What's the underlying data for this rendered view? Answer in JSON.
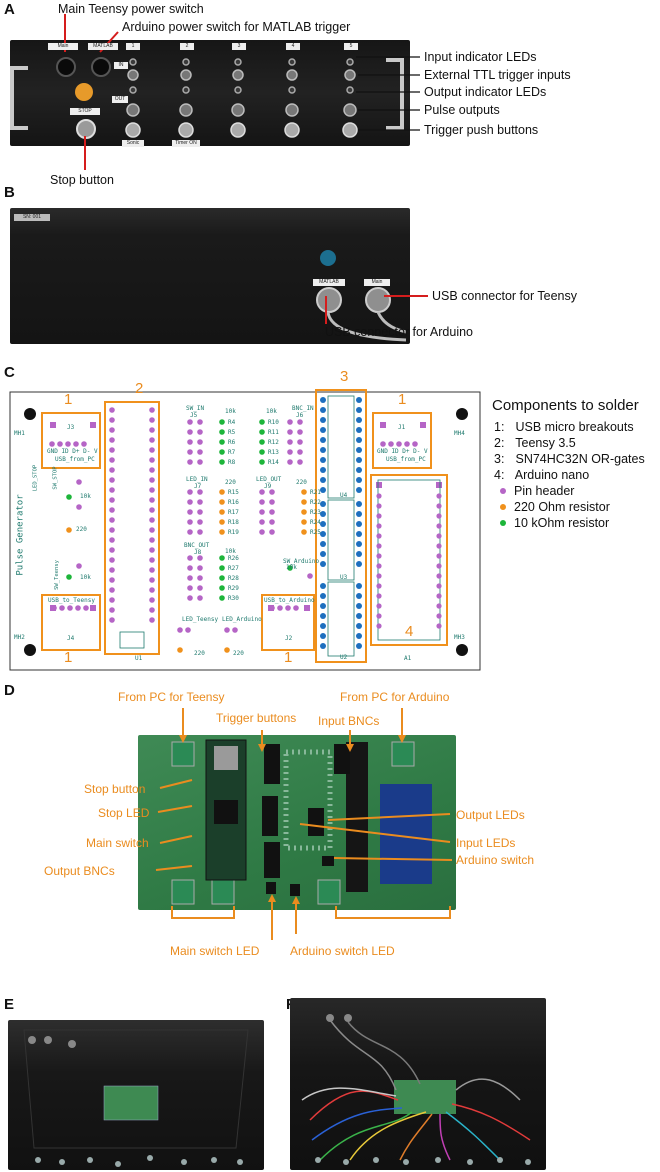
{
  "panels": [
    "A",
    "B",
    "C",
    "D",
    "E",
    "F"
  ],
  "panel_a": {
    "labels": {
      "main_switch": "Main Teensy power switch",
      "arduino_switch": "Arduino power switch for MATLAB trigger",
      "input_leds": "Input indicator LEDs",
      "ttl_inputs": "External TTL trigger inputs",
      "output_leds": "Output indicator LEDs",
      "pulse_outputs": "Pulse outputs",
      "push_buttons": "Trigger push buttons",
      "stop_button": "Stop button"
    },
    "panel_text": {
      "main": "Main",
      "matlab": "MATLAB",
      "stop": "STOP",
      "in": "IN",
      "out": "OUT",
      "ch1": "1",
      "ch2": "2",
      "ch3": "3",
      "ch4": "4",
      "ch5": "5",
      "sonic": "Sonic",
      "timer": "Timer ON"
    }
  },
  "panel_b": {
    "labels": {
      "usb_teensy": "USB connector for Teensy",
      "usb_arduino": "USB connector for Arduino"
    },
    "panel_text": {
      "serial": "SN: 001",
      "matlab": "MATLAB",
      "main": "Main"
    }
  },
  "panel_c": {
    "legend_title": "Components to solder",
    "legend": [
      {
        "num": "1:",
        "text": "USB micro breakouts"
      },
      {
        "num": "2:",
        "text": "Teensy 3.5"
      },
      {
        "num": "3:",
        "text": "SN74HC32N OR-gates"
      },
      {
        "num": "4:",
        "text": "Arduino nano"
      }
    ],
    "dot_legend": [
      {
        "color": "#b565c6",
        "text": "Pin header"
      },
      {
        "color": "#f0911c",
        "text": "220 Ohm resistor"
      },
      {
        "color": "#1db53a",
        "text": "10 kOhm resistor"
      }
    ],
    "board_numbers": {
      "one_a": "1",
      "one_b": "1",
      "one_c": "1",
      "one_d": "1",
      "two": "2",
      "three": "3",
      "four": "4"
    },
    "silk": {
      "mh1": "MH1",
      "mh2": "MH2",
      "mh3": "MH3",
      "mh4": "MH4",
      "j3": "J3",
      "j1": "J1",
      "j4": "J4",
      "j2": "J2",
      "usb_from_pc": "USB_from_PC",
      "usb_to_teensy": "USB_to_Teensy",
      "usb_to_arduino": "USB_to_Arduino",
      "gnd_row": "GND ID D+ D- V",
      "pulse_generator": "Pulse Generator",
      "sw_in": "SW_IN",
      "j5": "J5",
      "bnc_in": "BNC_IN",
      "j6": "J6",
      "led_in": "LED_IN",
      "j7": "J7",
      "led_out": "LED_OUT",
      "j9": "J9",
      "bnc_out": "BNC_OUT",
      "j8": "J8",
      "led_stop": "LED_STOP",
      "sw_stop": "SW_STOP",
      "sw_teensy": "SW_Teensy",
      "sw_arduino": "SW_Arduino",
      "led_teensy": "LED_Teensy",
      "led_arduino": "LED_Arduino",
      "r10k": "10k",
      "r220": "220",
      "u1": "U1",
      "u2": "U2",
      "u3": "U3",
      "u4": "U4",
      "a1": "A1",
      "r4": "R4",
      "r5": "R5",
      "r6": "R6",
      "r7": "R7",
      "r8": "R8",
      "r10": "R10",
      "r11": "R11",
      "r12": "R12",
      "r13": "R13",
      "r14": "R14",
      "r15": "R15",
      "r16": "R16",
      "r17": "R17",
      "r18": "R18",
      "r19": "R19",
      "r21": "R21",
      "r22": "R22",
      "r23": "R23",
      "r24": "R24",
      "r25": "R25",
      "r26": "R26",
      "r27": "R27",
      "r28": "R28",
      "r29": "R29",
      "r30": "R30"
    }
  },
  "panel_d": {
    "labels": {
      "from_pc_teensy": "From PC for Teensy",
      "from_pc_arduino": "From PC for Arduino",
      "trigger_buttons": "Trigger buttons",
      "input_bncs": "Input BNCs",
      "stop_button": "Stop button",
      "stop_led": "Stop LED",
      "output_leds": "Output LEDs",
      "input_leds": "Input LEDs",
      "main_switch": "Main switch",
      "arduino_switch": "Arduino switch",
      "output_bncs": "Output BNCs",
      "main_switch_led": "Main switch LED",
      "arduino_switch_led": "Arduino switch LED"
    }
  },
  "colors": {
    "orange": "#ea8c1f",
    "pcb_green": "#2f7a45",
    "enclosure": "#1c1c1c",
    "silkscreen": "#1f7a6e",
    "red_pointer": "#d51d1d"
  }
}
